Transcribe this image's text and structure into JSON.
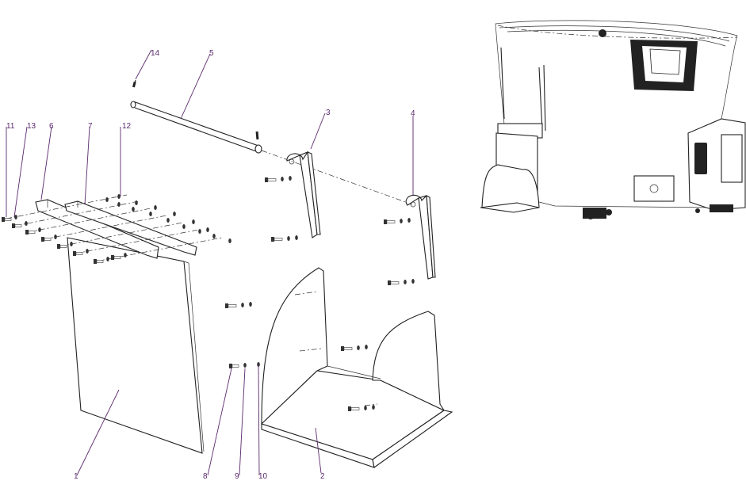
{
  "callouts": [
    {
      "id": "c1",
      "label": "1"
    },
    {
      "id": "c2",
      "label": "2"
    },
    {
      "id": "c3",
      "label": "3"
    },
    {
      "id": "c4",
      "label": "4"
    },
    {
      "id": "c5",
      "label": "5"
    },
    {
      "id": "c6",
      "label": "6"
    },
    {
      "id": "c7",
      "label": "7"
    },
    {
      "id": "c8",
      "label": "8"
    },
    {
      "id": "c9",
      "label": "9"
    },
    {
      "id": "c10",
      "label": "10"
    },
    {
      "id": "c11",
      "label": "11"
    },
    {
      "id": "c12",
      "label": "12"
    },
    {
      "id": "c13",
      "label": "13"
    },
    {
      "id": "c14",
      "label": "14"
    }
  ],
  "colors": {
    "callout": "#5b2a6e",
    "line": "#222222",
    "background": "#ffffff"
  }
}
